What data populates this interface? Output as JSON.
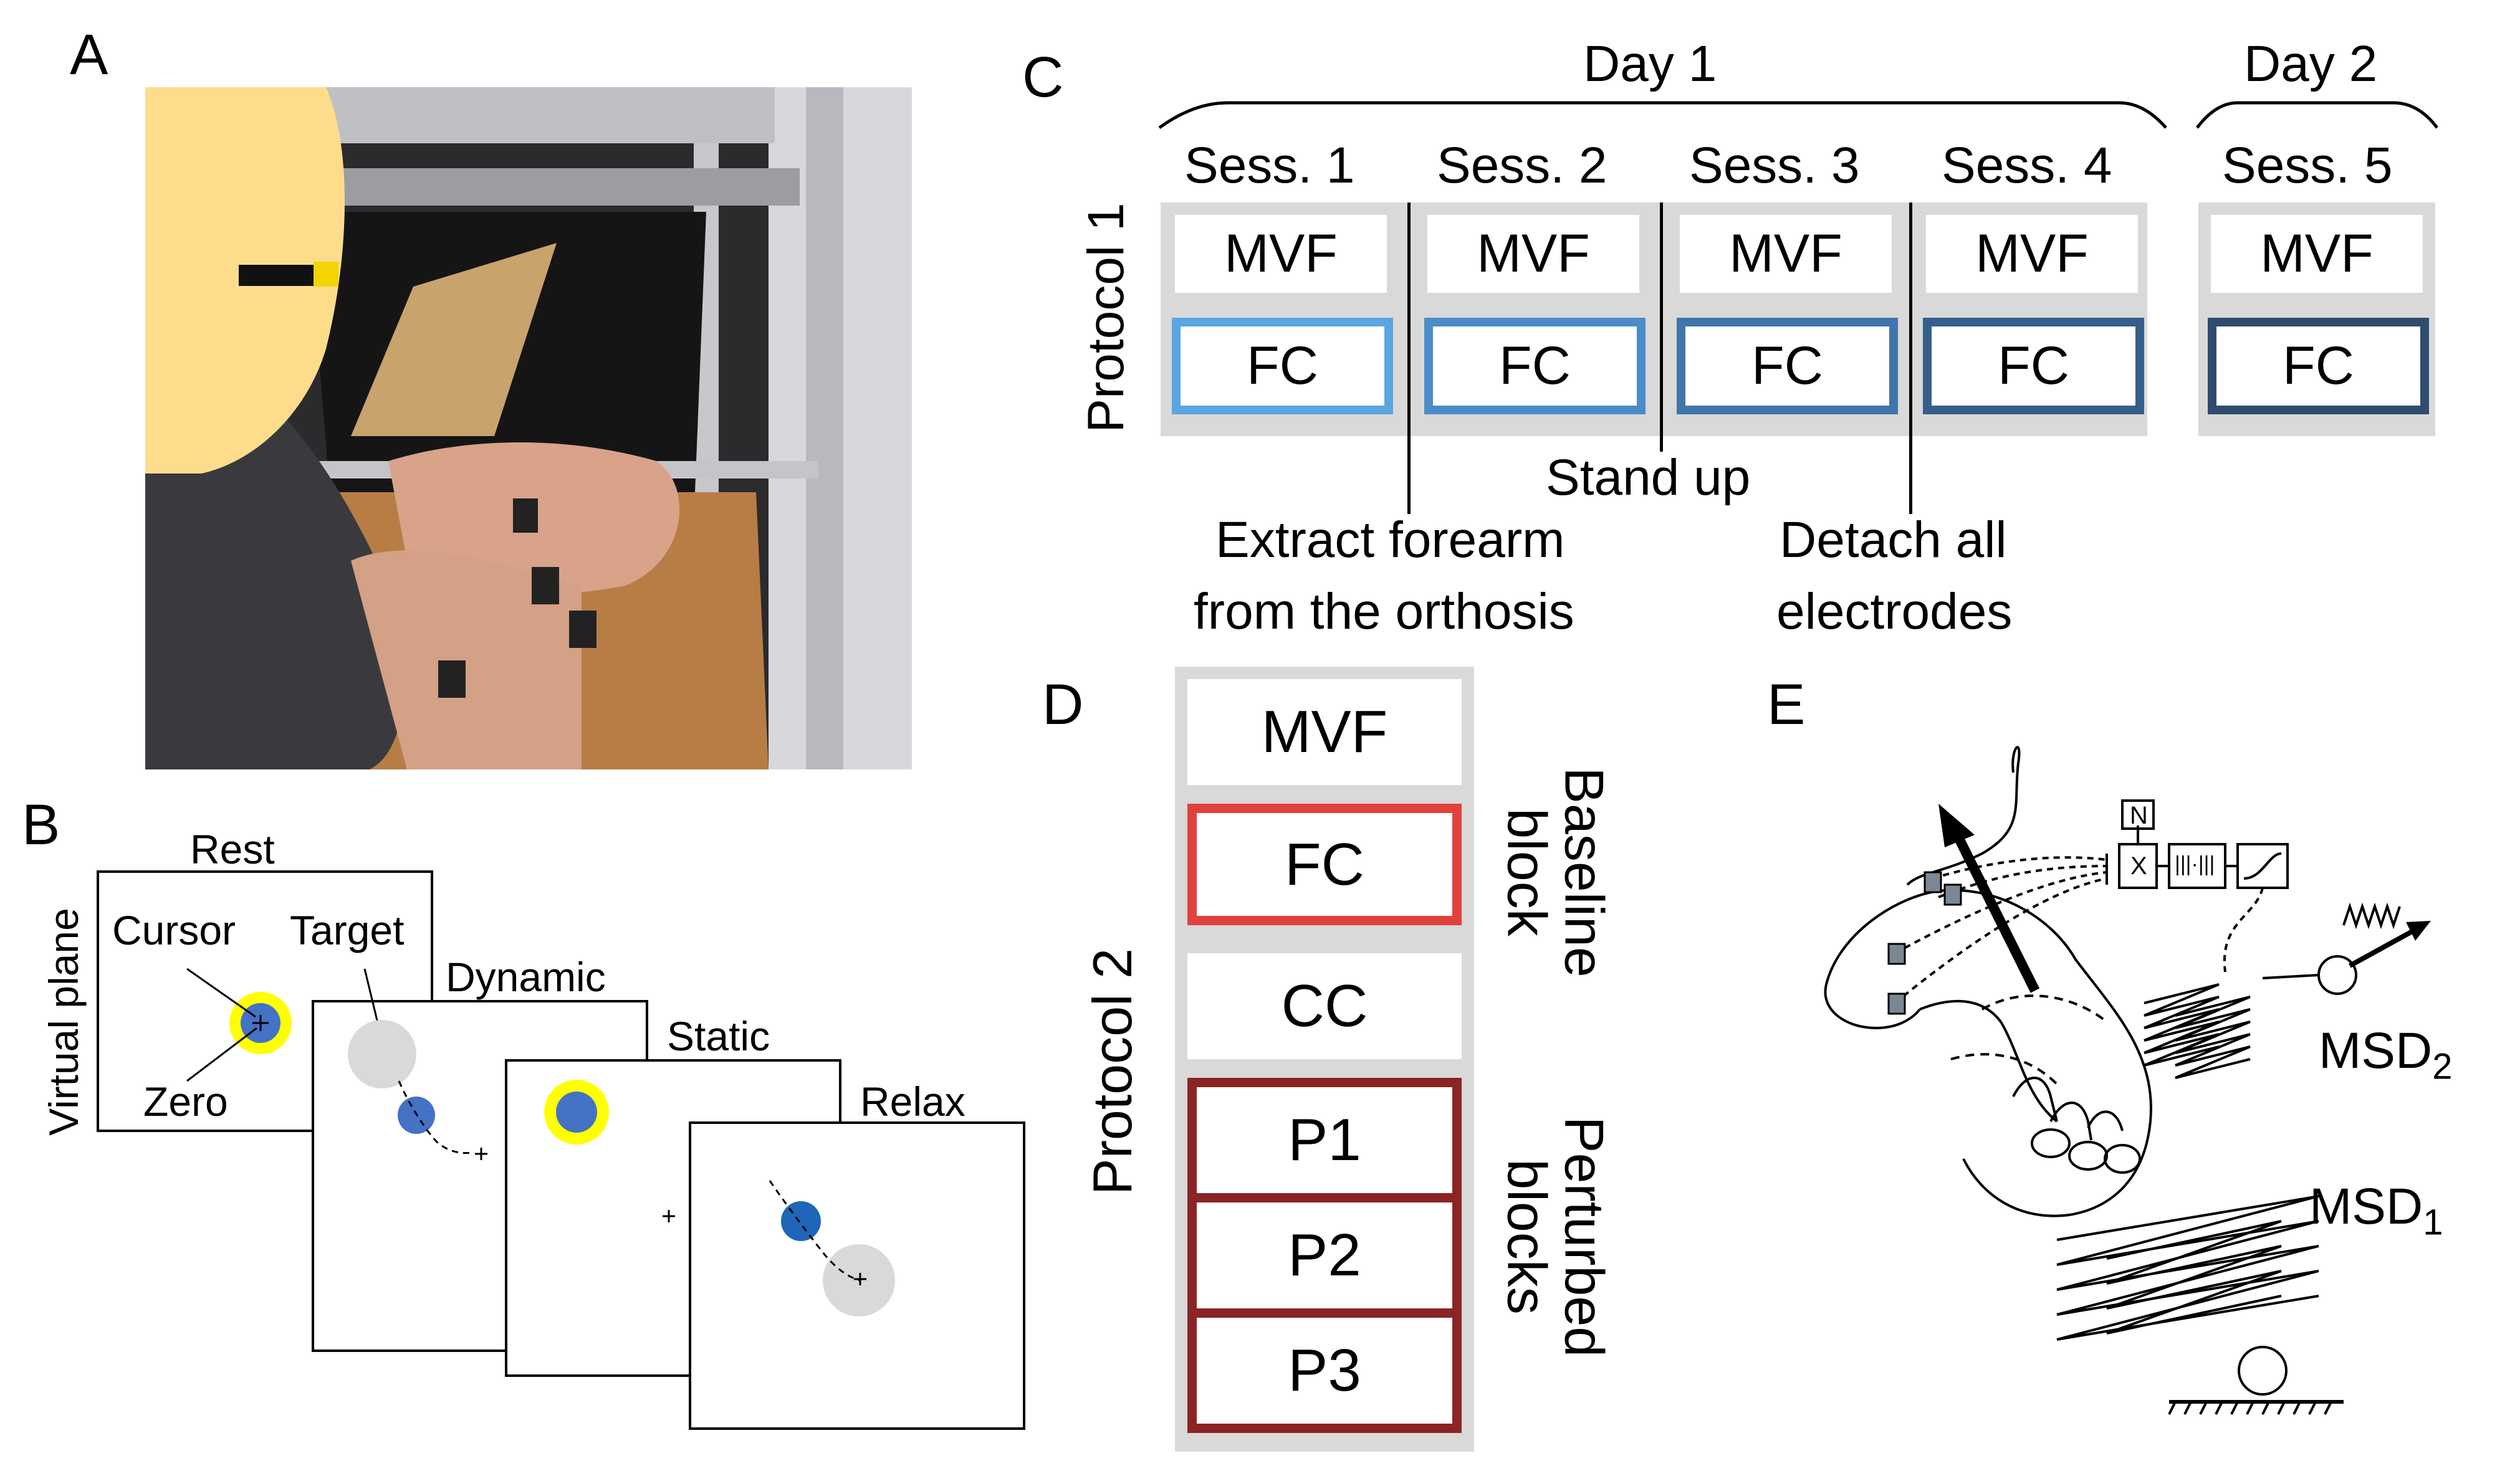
{
  "panels": {
    "a": "A",
    "b": "B",
    "c": "C",
    "d": "D",
    "e": "E"
  },
  "panel_b": {
    "rest": "Rest",
    "dynamic": "Dynamic",
    "static": "Static",
    "relax": "Relax",
    "virtual_plane": "Virtual plane",
    "cursor": "Cursor",
    "target": "Target",
    "zero": "Zero"
  },
  "panel_c": {
    "day1": "Day 1",
    "day2": "Day 2",
    "protocol": "Protocol 1",
    "sessions": [
      {
        "label": "Sess. 1",
        "mvf": "MVF",
        "fc": "FC",
        "color": "#5aa6e0"
      },
      {
        "label": "Sess. 2",
        "mvf": "MVF",
        "fc": "FC",
        "color": "#4b8cc8"
      },
      {
        "label": "Sess. 3",
        "mvf": "MVF",
        "fc": "FC",
        "color": "#3f75aa"
      },
      {
        "label": "Sess. 4",
        "mvf": "MVF",
        "fc": "FC",
        "color": "#355e8a"
      },
      {
        "label": "Sess. 5",
        "mvf": "MVF",
        "fc": "FC",
        "color": "#2e4c6e"
      }
    ],
    "note_stand": "Stand up",
    "note_extract_1": "Extract forearm",
    "note_extract_2": "from the orthosis",
    "note_detach_1": "Detach all",
    "note_detach_2": "electrodes"
  },
  "panel_d": {
    "protocol": "Protocol 2",
    "mvf": "MVF",
    "fc": "FC",
    "cc": "CC",
    "p1": "P1",
    "p2": "P2",
    "p3": "P3",
    "baseline_1": "Baseline",
    "baseline_2": "block",
    "perturbed_1": "Perturbed",
    "perturbed_2": "blocks",
    "colors": {
      "fc_border": "#e0413c",
      "p_border": "#8b2424",
      "panel_bg": "#d9d9d9"
    }
  },
  "panel_e": {
    "msd2_base": "MSD",
    "msd2_sub": "2",
    "msd1_base": "MSD",
    "msd1_sub": "1",
    "n_label": "N",
    "x_label": "X",
    "filter_label": "|||·|||",
    "spring_label": "WWW"
  },
  "icons": {
    "photo": "photo-icon",
    "spring": "spring-icon",
    "arrow": "arrow-icon"
  }
}
